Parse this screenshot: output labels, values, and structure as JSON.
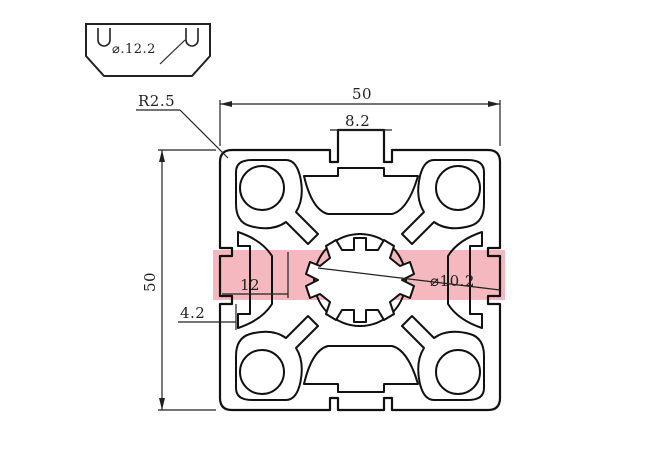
{
  "colors": {
    "highlight": "#f5b8bf",
    "line": "#222222",
    "background": "#ffffff"
  },
  "labels": {
    "fillet_radius": "R2.5",
    "width": "50",
    "height": "50",
    "slot_opening": "8.2",
    "slot_depth": "12",
    "slot_lip": "4.2",
    "center_hole": "⌀10.2",
    "nut_detail": "⌀.12.2"
  }
}
